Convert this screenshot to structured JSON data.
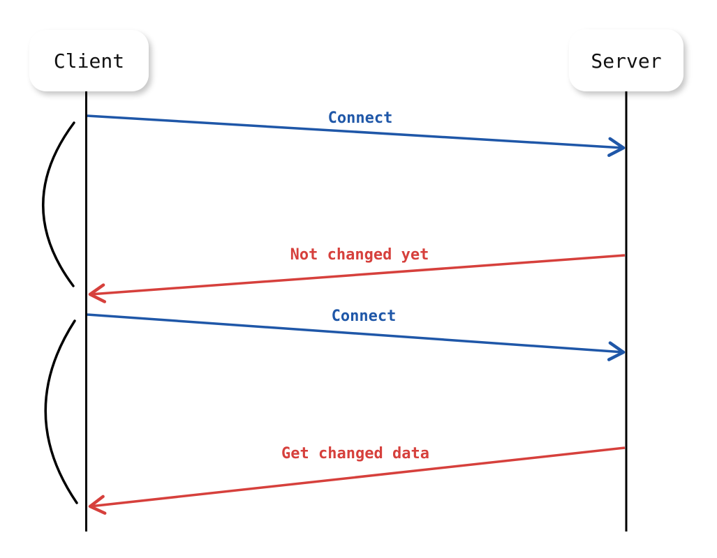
{
  "diagram": {
    "type": "sequence-diagram",
    "actors": [
      {
        "label": "Client"
      },
      {
        "label": "Server"
      }
    ],
    "messages": [
      {
        "label": "Connect",
        "from": "Client",
        "to": "Server",
        "direction": "right"
      },
      {
        "label": "Not changed yet",
        "from": "Server",
        "to": "Client",
        "direction": "left"
      },
      {
        "label": "Connect",
        "from": "Client",
        "to": "Server",
        "direction": "right"
      },
      {
        "label": "Get changed data",
        "from": "Server",
        "to": "Client",
        "direction": "left"
      }
    ],
    "colors": {
      "request": "#1f57a8",
      "response": "#d6403c",
      "lifeline": "#000000",
      "bracket": "#000000",
      "actor_box_fill": "#ffffff",
      "actor_text": "#111111"
    }
  }
}
